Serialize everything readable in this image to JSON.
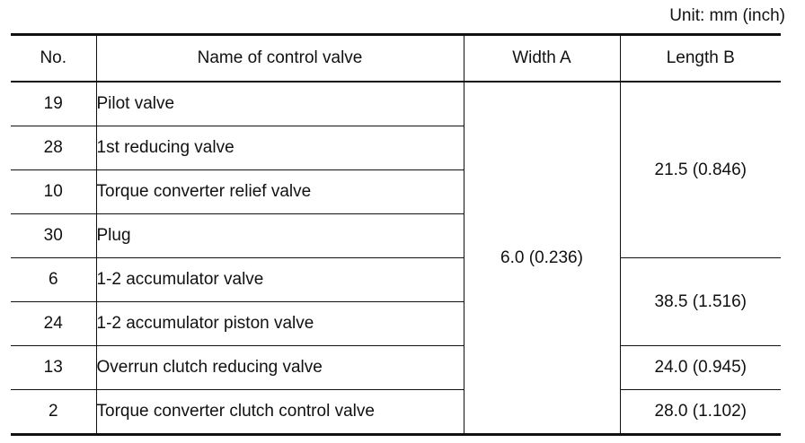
{
  "unit_label": "Unit: mm (inch)",
  "table": {
    "headers": {
      "no": "No.",
      "name": "Name of control valve",
      "width": "Width A",
      "length": "Length B"
    },
    "rows": [
      {
        "no": "19",
        "name": "Pilot valve"
      },
      {
        "no": "28",
        "name": "1st reducing valve"
      },
      {
        "no": "10",
        "name": "Torque converter relief valve"
      },
      {
        "no": "30",
        "name": "Plug"
      },
      {
        "no": "6",
        "name": "1-2 accumulator valve"
      },
      {
        "no": "24",
        "name": "1-2 accumulator piston valve"
      },
      {
        "no": "13",
        "name": "Overrun clutch reducing valve"
      },
      {
        "no": "2",
        "name": "Torque converter clutch control valve"
      }
    ],
    "width_value": "6.0 (0.236)",
    "length_groups": [
      {
        "value": "21.5 (0.846)",
        "rows": 4
      },
      {
        "value": "38.5 (1.516)",
        "rows": 2
      },
      {
        "value": "24.0 (0.945)",
        "rows": 1
      },
      {
        "value": "28.0 (1.102)",
        "rows": 1
      }
    ]
  }
}
